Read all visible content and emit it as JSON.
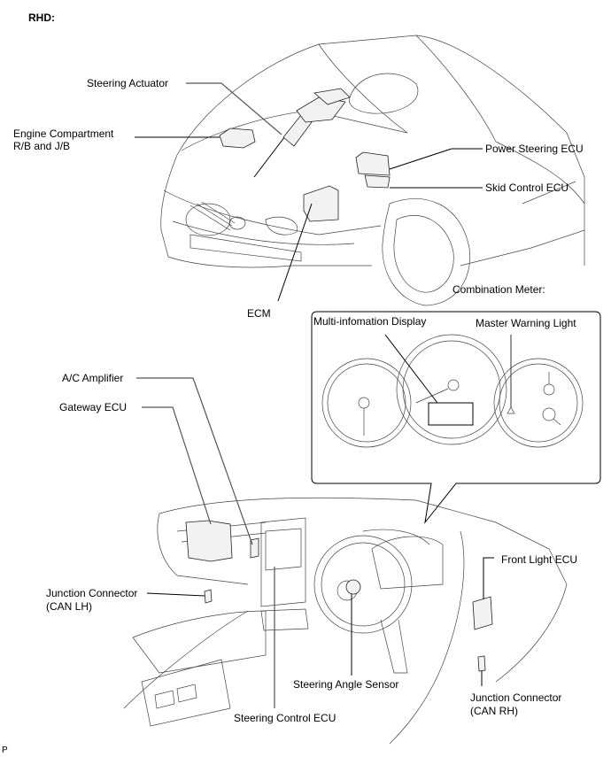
{
  "title": "RHD:",
  "footer_code": "P",
  "subtitle_meter": "Combination Meter:",
  "labels": {
    "steering_actuator": "Steering Actuator",
    "engine_compartment_line1": "Engine Compartment",
    "engine_compartment_line2": "R/B and J/B",
    "power_steering_ecu": "Power Steering ECU",
    "skid_control_ecu": "Skid Control ECU",
    "ecm": "ECM",
    "multi_information_display": "Multi-infomation Display",
    "master_warning_light": "Master Warning Light",
    "ac_amplifier": "A/C Amplifier",
    "gateway_ecu": "Gateway ECU",
    "junction_connector_lh_line1": "Junction Connector",
    "junction_connector_lh_line2": "(CAN LH)",
    "front_light_ecu": "Front Light ECU",
    "steering_angle_sensor": "Steering Angle Sensor",
    "steering_control_ecu": "Steering Control ECU",
    "junction_connector_rh_line1": "Junction Connector",
    "junction_connector_rh_line2": "(CAN RH)"
  }
}
